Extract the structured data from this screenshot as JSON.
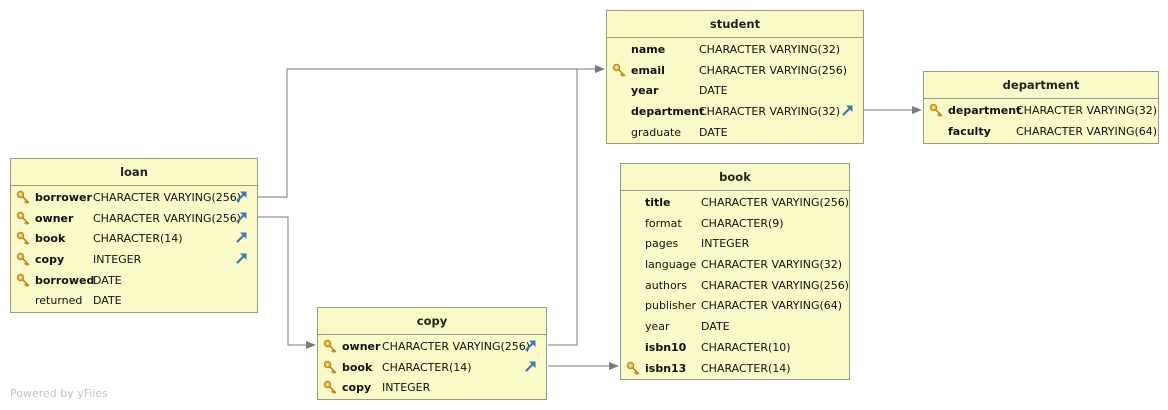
{
  "watermark": "Powered by yFiles",
  "colors": {
    "fill": "#fafac8",
    "border": "#9a9a82",
    "edge": "#7a7a7a",
    "fk_arrow": "#3f76b8",
    "key": "#d9a634"
  },
  "tables": {
    "student": {
      "title": "student",
      "columns": [
        {
          "name": "name",
          "type": "CHARACTER VARYING(32)",
          "bold": true,
          "key": false,
          "fk": false
        },
        {
          "name": "email",
          "type": "CHARACTER VARYING(256)",
          "bold": true,
          "key": true,
          "fk": false
        },
        {
          "name": "year",
          "type": "DATE",
          "bold": true,
          "key": false,
          "fk": false
        },
        {
          "name": "department",
          "type": "CHARACTER VARYING(32)",
          "bold": true,
          "key": false,
          "fk": true
        },
        {
          "name": "graduate",
          "type": "DATE",
          "bold": false,
          "key": false,
          "fk": false
        }
      ]
    },
    "department": {
      "title": "department",
      "columns": [
        {
          "name": "department",
          "type": "CHARACTER VARYING(32)",
          "bold": true,
          "key": true,
          "fk": false
        },
        {
          "name": "faculty",
          "type": "CHARACTER VARYING(64)",
          "bold": true,
          "key": false,
          "fk": false
        }
      ]
    },
    "loan": {
      "title": "loan",
      "columns": [
        {
          "name": "borrower",
          "type": "CHARACTER VARYING(256)",
          "bold": true,
          "key": true,
          "fk": true
        },
        {
          "name": "owner",
          "type": "CHARACTER VARYING(256)",
          "bold": true,
          "key": true,
          "fk": true
        },
        {
          "name": "book",
          "type": "CHARACTER(14)",
          "bold": true,
          "key": true,
          "fk": true
        },
        {
          "name": "copy",
          "type": "INTEGER",
          "bold": true,
          "key": true,
          "fk": true
        },
        {
          "name": "borrowed",
          "type": "DATE",
          "bold": true,
          "key": true,
          "fk": false
        },
        {
          "name": "returned",
          "type": "DATE",
          "bold": false,
          "key": false,
          "fk": false
        }
      ]
    },
    "book": {
      "title": "book",
      "columns": [
        {
          "name": "title",
          "type": "CHARACTER VARYING(256)",
          "bold": true,
          "key": false,
          "fk": false
        },
        {
          "name": "format",
          "type": "CHARACTER(9)",
          "bold": false,
          "key": false,
          "fk": false
        },
        {
          "name": "pages",
          "type": "INTEGER",
          "bold": false,
          "key": false,
          "fk": false
        },
        {
          "name": "language",
          "type": "CHARACTER VARYING(32)",
          "bold": false,
          "key": false,
          "fk": false
        },
        {
          "name": "authors",
          "type": "CHARACTER VARYING(256)",
          "bold": false,
          "key": false,
          "fk": false
        },
        {
          "name": "publisher",
          "type": "CHARACTER VARYING(64)",
          "bold": false,
          "key": false,
          "fk": false
        },
        {
          "name": "year",
          "type": "DATE",
          "bold": false,
          "key": false,
          "fk": false
        },
        {
          "name": "isbn10",
          "type": "CHARACTER(10)",
          "bold": true,
          "key": false,
          "fk": false
        },
        {
          "name": "isbn13",
          "type": "CHARACTER(14)",
          "bold": true,
          "key": true,
          "fk": false
        }
      ]
    },
    "copy": {
      "title": "copy",
      "columns": [
        {
          "name": "owner",
          "type": "CHARACTER VARYING(256)",
          "bold": true,
          "key": true,
          "fk": true
        },
        {
          "name": "book",
          "type": "CHARACTER(14)",
          "bold": true,
          "key": true,
          "fk": true
        },
        {
          "name": "copy",
          "type": "INTEGER",
          "bold": true,
          "key": true,
          "fk": false
        }
      ]
    }
  }
}
